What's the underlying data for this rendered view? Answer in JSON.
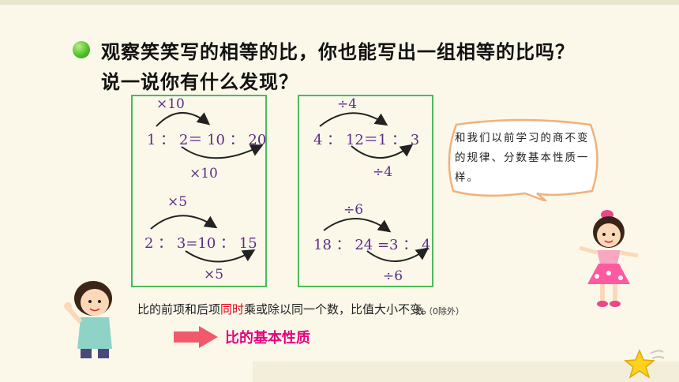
{
  "question": {
    "line1": "观察笑笑写的相等的比，你也能写出一组相等的比吗？",
    "line2": "说一说你有什么发现？"
  },
  "box_left": {
    "group1": {
      "op_top": "×10",
      "ratio": "1 ： 2＝ 10 ： 20",
      "op_bottom": "×10"
    },
    "group2": {
      "op_top": "×5",
      "ratio": "2 ： 3=10 ： 15",
      "op_bottom": "×5"
    }
  },
  "box_right": {
    "group1": {
      "op_top": "÷4",
      "ratio": "4 ： 12＝1 ： 3",
      "op_bottom": "÷4"
    },
    "group2": {
      "op_top": "÷6",
      "ratio": "18 ： 24 =3 ： 4",
      "op_bottom": "÷6"
    }
  },
  "speech_bubble": {
    "text": "和我们以前学习的商不变的规律、分数基本性质一样。"
  },
  "rule": {
    "before": "比的前项和后项",
    "highlight": "同时",
    "after": "乘或除以同一个数，比值大小不变。",
    "overlay": "数（0除外）"
  },
  "property_label": "比的基本性质",
  "colors": {
    "box_border": "#4cbb5c",
    "math_text": "#5b2d86",
    "highlight": "#e60012",
    "property": "#e4007f",
    "arrow": "#f15a6b"
  }
}
